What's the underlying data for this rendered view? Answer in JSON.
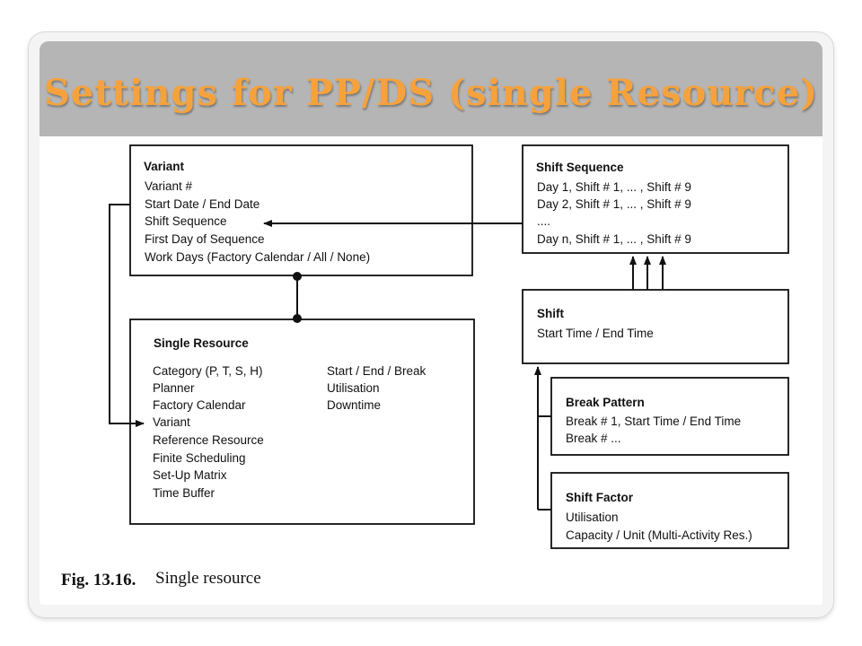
{
  "slide": {
    "title": "Settings for PP/DS (single Resource)"
  },
  "diagram": {
    "variant": {
      "title": "Variant",
      "lines": [
        "Variant #",
        "Start Date / End Date",
        "Shift Sequence",
        "First Day of Sequence",
        "Work Days (Factory Calendar / All / None)"
      ]
    },
    "single_resource": {
      "title": "Single Resource",
      "left_lines": [
        "Category (P, T, S, H)",
        "Planner",
        "Factory Calendar",
        "Variant",
        "Reference Resource",
        "Finite Scheduling",
        "Set-Up Matrix",
        "Time Buffer"
      ],
      "right_lines": [
        "Start / End / Break",
        "Utilisation",
        "Downtime"
      ]
    },
    "shift_sequence": {
      "title": "Shift Sequence",
      "lines": [
        "Day 1, Shift # 1, ... , Shift # 9",
        "Day 2, Shift # 1, ... , Shift # 9",
        "....",
        "Day n, Shift # 1, ... , Shift # 9"
      ]
    },
    "shift": {
      "title": "Shift",
      "lines": [
        "Start Time / End Time"
      ]
    },
    "break_pattern": {
      "title": "Break Pattern",
      "lines": [
        "Break # 1, Start Time / End Time",
        "Break # ..."
      ]
    },
    "shift_factor": {
      "title": "Shift Factor",
      "lines": [
        "Utilisation",
        "Capacity / Unit (Multi-Activity Res.)"
      ]
    },
    "caption": {
      "figure_label": "Fig. 13.16.",
      "text": "Single resource"
    }
  },
  "colors": {
    "title_text": "#f6a23c",
    "title_band": "#b5b5b5",
    "line": "#111111"
  }
}
